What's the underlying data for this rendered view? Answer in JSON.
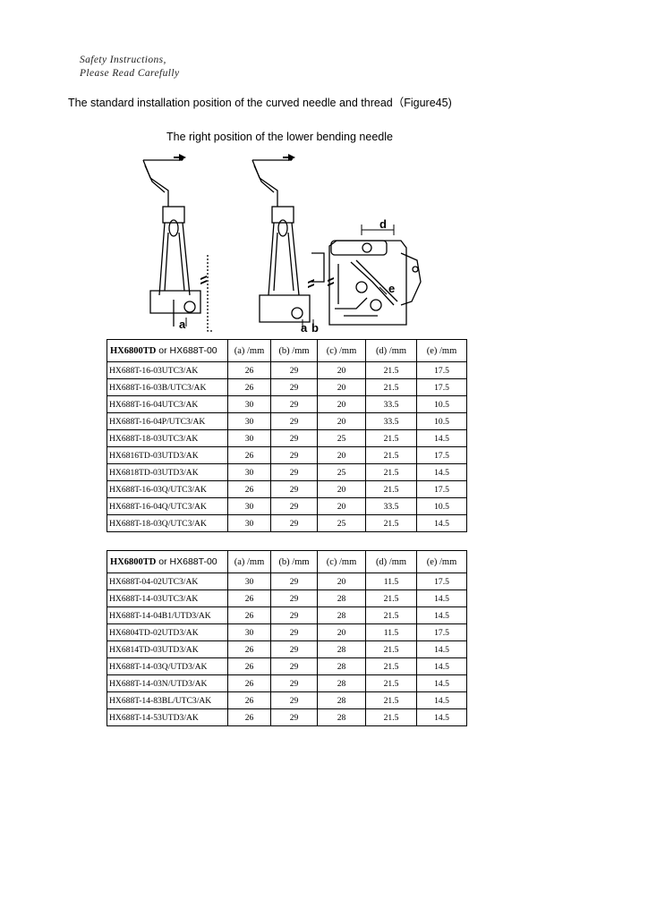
{
  "header": {
    "safety_line1": "Safety Instructions,",
    "safety_line2": "Please Read Carefully"
  },
  "heading": "The standard installation position of the curved needle and thread（Figure45)",
  "figure": {
    "title": "The right position of the lower bending needle",
    "labels": {
      "a1": "a",
      "a2": "a",
      "b": "b",
      "d": "d",
      "e": "e"
    }
  },
  "table1": {
    "model_bold": "HX6800TD",
    "model_rest": " or HX688T-00",
    "columns": [
      "(a) /mm",
      "(b) /mm",
      "(c) /mm",
      "(d) /mm",
      "(e) /mm"
    ],
    "rows": [
      [
        "HX688T-16-03UTC3/AK",
        "26",
        "29",
        "20",
        "21.5",
        "17.5"
      ],
      [
        "HX688T-16-03B/UTC3/AK",
        "26",
        "29",
        "20",
        "21.5",
        "17.5"
      ],
      [
        "HX688T-16-04UTC3/AK",
        "30",
        "29",
        "20",
        "33.5",
        "10.5"
      ],
      [
        "HX688T-16-04P/UTC3/AK",
        "30",
        "29",
        "20",
        "33.5",
        "10.5"
      ],
      [
        "HX688T-18-03UTC3/AK",
        "30",
        "29",
        "25",
        "21.5",
        "14.5"
      ],
      [
        "HX6816TD-03UTD3/AK",
        "26",
        "29",
        "20",
        "21.5",
        "17.5"
      ],
      [
        "HX6818TD-03UTD3/AK",
        "30",
        "29",
        "25",
        "21.5",
        "14.5"
      ],
      [
        "HX688T-16-03Q/UTC3/AK",
        "26",
        "29",
        "20",
        "21.5",
        "17.5"
      ],
      [
        "HX688T-16-04Q/UTC3/AK",
        "30",
        "29",
        "20",
        "33.5",
        "10.5"
      ],
      [
        "HX688T-18-03Q/UTC3/AK",
        "30",
        "29",
        "25",
        "21.5",
        "14.5"
      ]
    ]
  },
  "table2": {
    "model_bold": "HX6800TD",
    "model_rest": " or HX688T-00",
    "columns": [
      "(a) /mm",
      "(b) /mm",
      "(c) /mm",
      "(d) /mm",
      "(e) /mm"
    ],
    "rows": [
      [
        "HX688T-04-02UTC3/AK",
        "30",
        "29",
        "20",
        "11.5",
        "17.5"
      ],
      [
        "HX688T-14-03UTC3/AK",
        "26",
        "29",
        "28",
        "21.5",
        "14.5"
      ],
      [
        "HX688T-14-04B1/UTD3/AK",
        "26",
        "29",
        "28",
        "21.5",
        "14.5"
      ],
      [
        "HX6804TD-02UTD3/AK",
        "30",
        "29",
        "20",
        "11.5",
        "17.5"
      ],
      [
        "HX6814TD-03UTD3/AK",
        "26",
        "29",
        "28",
        "21.5",
        "14.5"
      ],
      [
        "HX688T-14-03Q/UTD3/AK",
        "26",
        "29",
        "28",
        "21.5",
        "14.5"
      ],
      [
        "HX688T-14-03N/UTD3/AK",
        "26",
        "29",
        "28",
        "21.5",
        "14.5"
      ],
      [
        "HX688T-14-83BL/UTC3/AK",
        "26",
        "29",
        "28",
        "21.5",
        "14.5"
      ],
      [
        "HX688T-14-53UTD3/AK",
        "26",
        "29",
        "28",
        "21.5",
        "14.5"
      ]
    ]
  }
}
